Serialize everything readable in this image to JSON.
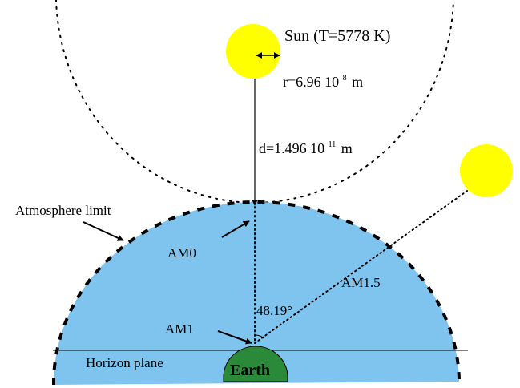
{
  "labels": {
    "sun": "Sun (T=5778 K)",
    "radius_prefix": "r=6.96 10",
    "radius_exp": "8",
    "radius_unit": "m",
    "distance_prefix": "d=1.496 10",
    "distance_exp": "11",
    "distance_unit": "m",
    "atmosphere_limit": "Atmosphere limit",
    "am0": "AM0",
    "am1": "AM1",
    "am15": "AM1.5",
    "angle": "48.19°",
    "horizon_plane": "Horizon plane",
    "earth": "Earth"
  },
  "colors": {
    "atmosphere": "#7fc4ef",
    "sun": "#ffff00",
    "earth": "#2a8a3a",
    "line": "#000000"
  }
}
